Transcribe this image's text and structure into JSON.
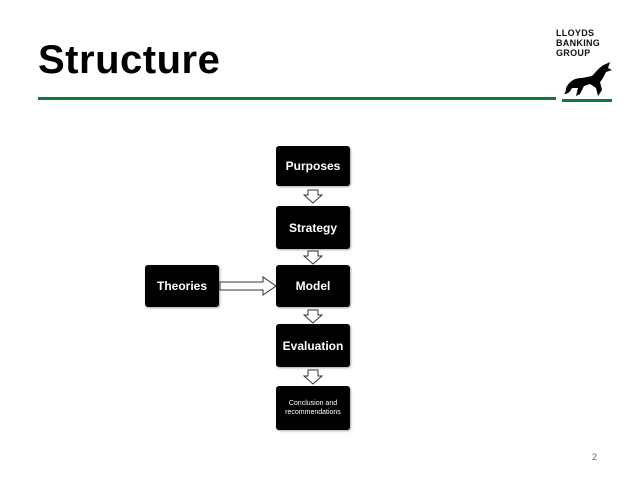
{
  "slide": {
    "title": "Structure",
    "page_number": "2"
  },
  "logo": {
    "line1": "LLOYDS",
    "line2": "BANKING",
    "line3": "GROUP",
    "icon": "black-horse-icon"
  },
  "flow": {
    "steps": [
      "Purposes",
      "Strategy",
      "Model",
      "Evaluation",
      "Conclusion and recommendations"
    ],
    "side_input": "Theories"
  },
  "colors": {
    "rule": "#0a7a3e",
    "box": "#000000",
    "box_text": "#ffffff"
  }
}
